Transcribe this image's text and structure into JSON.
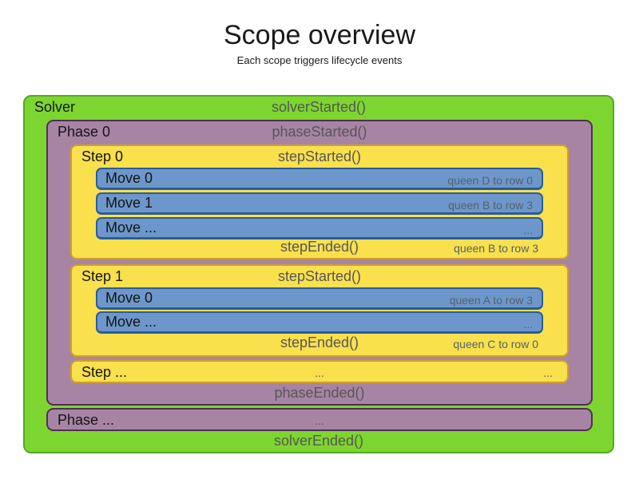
{
  "title": "Scope overview",
  "subtitle": "Each scope triggers lifecycle events",
  "solver": {
    "label": "Solver",
    "started": "solverStarted()",
    "ended": "solverEnded()",
    "phases": [
      {
        "label": "Phase 0",
        "started": "phaseStarted()",
        "ended": "phaseEnded()",
        "steps": [
          {
            "label": "Step 0",
            "started": "stepStarted()",
            "ended": "stepEnded()",
            "ended_note": "queen B to row 3",
            "moves": [
              {
                "label": "Move 0",
                "note": "queen D to row 0"
              },
              {
                "label": "Move 1",
                "note": "queen B to row 3"
              },
              {
                "label": "Move ...",
                "note": "..."
              }
            ]
          },
          {
            "label": "Step 1",
            "started": "stepStarted()",
            "ended": "stepEnded()",
            "ended_note": "queen C to row 0",
            "moves": [
              {
                "label": "Move 0",
                "note": "queen A to row 3"
              },
              {
                "label": "Move ...",
                "note": "..."
              }
            ]
          },
          {
            "label": "Step ...",
            "center": "...",
            "right": "..."
          }
        ]
      },
      {
        "label": "Phase ...",
        "center": "..."
      }
    ]
  },
  "colors": {
    "solver_fill": "#7dd62f",
    "solver_border": "#56a825",
    "phase_fill": "#a884a4",
    "phase_border": "#502d55",
    "step_fill": "#f9e04d",
    "step_border": "#d0a02b",
    "move_fill": "#6d97ca",
    "move_border": "#2b5c99",
    "event_text": "#565656",
    "note_text": "#55606b",
    "label_text": "#141414"
  }
}
